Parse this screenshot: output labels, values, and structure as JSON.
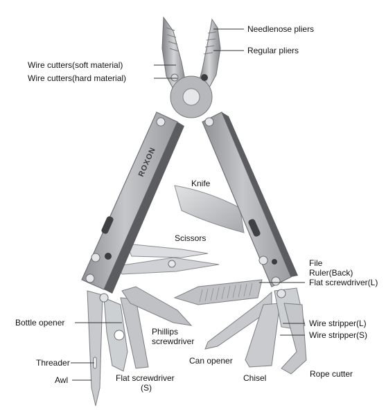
{
  "brand": "ROXON",
  "labels": {
    "needlenose_pliers": "Needlenose pliers",
    "regular_pliers": "Regular pliers",
    "wire_cutters_soft": "Wire cutters(soft material)",
    "wire_cutters_hard": "Wire cutters(hard material)",
    "knife": "Knife",
    "scissors": "Scissors",
    "file": "File",
    "ruler": "Ruler(Back)",
    "flat_screwdriver_l": "Flat screwdriver(L)",
    "bottle_opener": "Bottle opener",
    "phillips_1": "Phillips",
    "phillips_2": "screwdriver",
    "wire_stripper_l": "Wire stripper(L)",
    "wire_stripper_s": "Wire stripper(S)",
    "can_opener": "Can opener",
    "threader": "Threader",
    "awl": "Awl",
    "flat_screwdriver_s_1": "Flat screwdriver",
    "flat_screwdriver_s_2": "(S)",
    "chisel": "Chisel",
    "rope_cutter": "Rope cutter"
  },
  "colors": {
    "handle": "#a9abae",
    "blade": "#c9cbce",
    "dark": "#4a4c50",
    "leader": "#333333"
  }
}
